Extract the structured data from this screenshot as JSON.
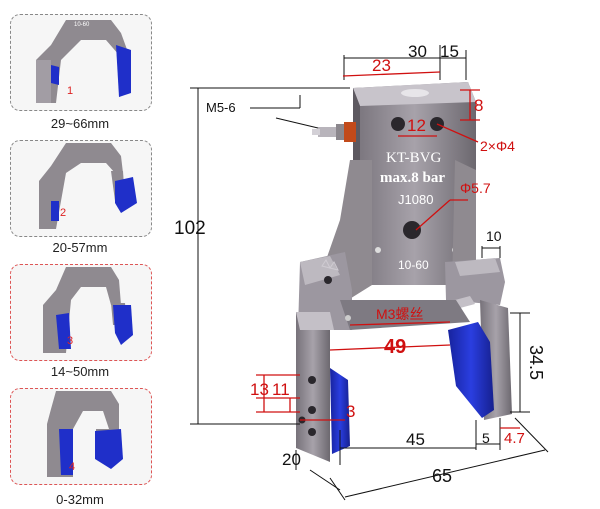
{
  "thumbnails": [
    {
      "number": "1",
      "range": "29~66mm"
    },
    {
      "number": "2",
      "range": "20-57mm"
    },
    {
      "number": "3",
      "range": "14~50mm"
    },
    {
      "number": "4",
      "range": "0-32mm"
    }
  ],
  "body_text": {
    "brand": "KT-BVG",
    "pressure": "max.8 bar",
    "model": "J1080",
    "size": "10-60",
    "small_label": "10-60"
  },
  "dimensions": {
    "d30": "30",
    "d15": "15",
    "d23": "23",
    "d8": "8",
    "d12": "12",
    "holes": "2×Φ4",
    "port": "M5-6",
    "phi57": "Φ5.7",
    "height": "102",
    "d10": "10",
    "thread": "M3螺丝",
    "d49": "49",
    "d345": "34.5",
    "d13": "13",
    "d11": "11",
    "d3": "3",
    "d45": "45",
    "d5": "5",
    "d47": "4.7",
    "d20": "20",
    "d65": "65"
  },
  "colors": {
    "metal": "#8f8a90",
    "metal_light": "#b1acb3",
    "metal_dark": "#5d5960",
    "pad_blue": "#1f2fc9",
    "dim_red": "#d01010"
  }
}
